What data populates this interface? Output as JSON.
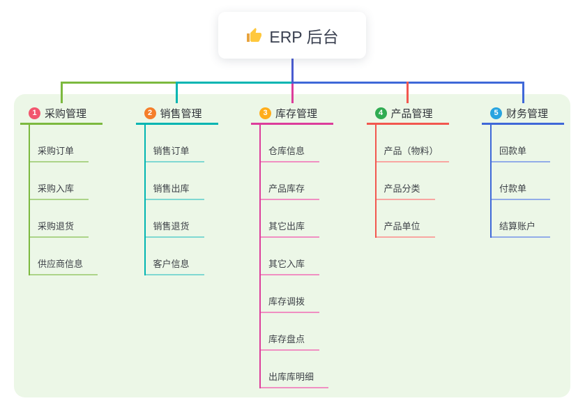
{
  "root": {
    "label": "ERP 后台",
    "icon": "thumbs-up-icon"
  },
  "branches": [
    {
      "number": "1",
      "label": "采购管理",
      "badge_color": "#f2566e",
      "line_color": "#7cb93f",
      "child_line_color": "#acd488",
      "children": [
        "采购订单",
        "采购入库",
        "采购退货",
        "供应商信息"
      ]
    },
    {
      "number": "2",
      "label": "销售管理",
      "badge_color": "#f57e2a",
      "line_color": "#00b5b2",
      "child_line_color": "#7fd8d2",
      "children": [
        "销售订单",
        "销售出库",
        "销售退货",
        "客户信息"
      ]
    },
    {
      "number": "3",
      "label": "库存管理",
      "badge_color": "#ffad1a",
      "line_color": "#dc3d9b",
      "child_line_color": "#f08fc2",
      "children": [
        "仓库信息",
        "产品库存",
        "其它出库",
        "其它入库",
        "库存调拨",
        "库存盘点",
        "出库库明细"
      ]
    },
    {
      "number": "4",
      "label": "产品管理",
      "badge_color": "#30ac52",
      "line_color": "#f2574f",
      "child_line_color": "#f8a6a1",
      "children": [
        "产品（物料）",
        "产品分类",
        "产品单位"
      ]
    },
    {
      "number": "5",
      "label": "财务管理",
      "badge_color": "#28a4e0",
      "line_color": "#3f68d8",
      "child_line_color": "#92ace8",
      "children": [
        "回款单",
        "付款单",
        "结算账户"
      ]
    }
  ],
  "colors": {
    "canvas_bg": "#ffffff",
    "panel_bg": "#ecf7e7",
    "root_connector": "#4a5bd1",
    "topic_text": "#303339",
    "child_text": "#3e4248"
  }
}
